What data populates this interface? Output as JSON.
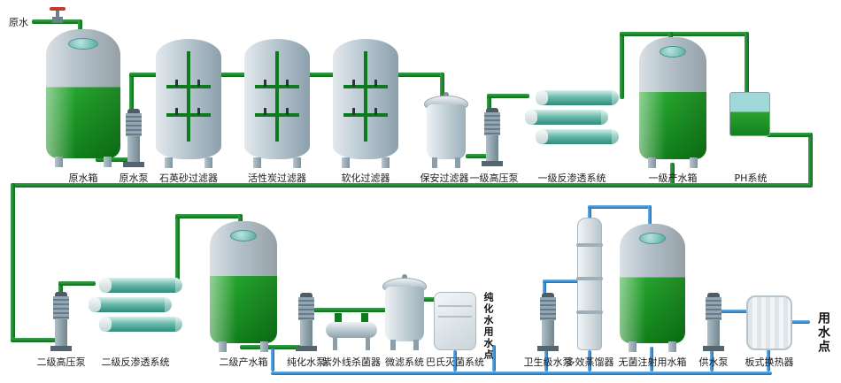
{
  "labels": {
    "raw_water_inlet": "原水",
    "raw_water_tank": "原水箱",
    "raw_water_pump": "原水泵",
    "quartz_sand_filter": "石英砂过滤器",
    "activated_carbon_filter": "活性炭过滤器",
    "softening_filter": "软化过滤器",
    "security_filter": "保安过滤器",
    "stage1_high_pressure_pump": "一级高压泵",
    "stage1_ro_system": "一级反渗透系统",
    "stage1_product_water_tank": "一级产水箱",
    "ph_system": "PH系统",
    "stage2_high_pressure_pump": "二级高压泵",
    "stage2_ro_system": "二级反渗透系统",
    "stage2_product_water_tank": "二级产水箱",
    "purified_water_pump": "纯化水泵",
    "uv_sterilizer": "紫外线杀菌器",
    "microfiltration_system": "微滤系统",
    "pasteurization_system": "巴氏灭菌系统",
    "purified_water_use_point": "纯化水用水点",
    "sanitary_grade_pump": "卫生级水泵",
    "multi_effect_distiller": "多效蒸馏器",
    "sterile_injection_water_tank": "无菌注射用水箱",
    "water_supply_pump": "供水泵",
    "plate_heat_exchanger": "板式换热器",
    "water_use_point": "用水点"
  },
  "colors": {
    "pipe_green": "#0d7a1e",
    "pipe_blue": "#2e8fd8",
    "tank_liquid_green": "#25a42d",
    "vessel_gray": "#b9c8d1",
    "membrane_teal": "#6cbcae"
  }
}
